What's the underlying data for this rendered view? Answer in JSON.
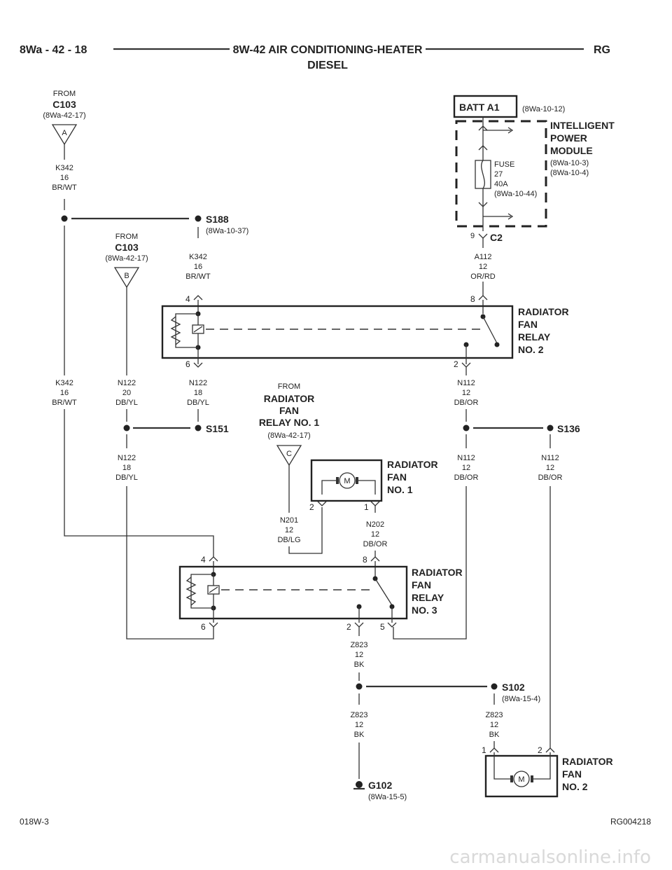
{
  "header": {
    "left": "8Wa - 42 - 18",
    "title_line1": "8W-42 AIR CONDITIONING-HEATER",
    "title_line2": "DIESEL",
    "right": "RG"
  },
  "footer": {
    "left": "018W-3",
    "right": "RG004218",
    "watermark": "carmanualsonline.info"
  },
  "from_a": {
    "from": "FROM",
    "name": "C103",
    "ref": "(8Wa-42-17)",
    "pin": "A"
  },
  "from_b": {
    "from": "FROM",
    "name": "C103",
    "ref": "(8Wa-42-17)",
    "pin": "B"
  },
  "from_c": {
    "from": "FROM",
    "line1": "RADIATOR",
    "line2": "FAN",
    "line3": "RELAY NO. 1",
    "ref": "(8Wa-42-17)",
    "pin": "C"
  },
  "ipm": {
    "batt": "BATT A1",
    "batt_ref": "(8Wa-10-12)",
    "line1": "INTELLIGENT",
    "line2": "POWER",
    "line3": "MODULE",
    "ref1": "(8Wa-10-3)",
    "ref2": "(8Wa-10-4)",
    "fuse": "FUSE",
    "fuse_no": "27",
    "fuse_amp": "40A",
    "fuse_ref": "(8Wa-10-44)",
    "conn_pin": "9",
    "conn": "C2"
  },
  "splices": {
    "s188": "S188",
    "s188_ref": "(8Wa-10-37)",
    "s151": "S151",
    "s136": "S136",
    "s102": "S102",
    "s102_ref": "(8Wa-15-4)"
  },
  "ground": {
    "name": "G102",
    "ref": "(8Wa-15-5)"
  },
  "wires": {
    "k342_top": [
      "K342",
      "16",
      "BR/WT"
    ],
    "k342_mid": [
      "K342",
      "16",
      "BR/WT"
    ],
    "k342_left": [
      "K342",
      "16",
      "BR/WT"
    ],
    "a112": [
      "A112",
      "12",
      "OR/RD"
    ],
    "n122_b": [
      "N122",
      "20",
      "DB/YL"
    ],
    "n122_6": [
      "N122",
      "18",
      "DB/YL"
    ],
    "n122_low": [
      "N122",
      "18",
      "DB/YL"
    ],
    "n112_top": [
      "N112",
      "12",
      "DB/OR"
    ],
    "n112_left": [
      "N112",
      "12",
      "DB/OR"
    ],
    "n112_right": [
      "N112",
      "12",
      "DB/OR"
    ],
    "n201": [
      "N201",
      "12",
      "DB/LG"
    ],
    "n202": [
      "N202",
      "12",
      "DB/OR"
    ],
    "z823_top": [
      "Z823",
      "12",
      "BK"
    ],
    "z823_low": [
      "Z823",
      "12",
      "BK"
    ],
    "z823_right": [
      "Z823",
      "12",
      "BK"
    ]
  },
  "relay2": {
    "line1": "RADIATOR",
    "line2": "FAN",
    "line3": "RELAY",
    "line4": "NO. 2",
    "p4": "4",
    "p8": "8",
    "p6": "6",
    "p2": "2"
  },
  "relay3": {
    "line1": "RADIATOR",
    "line2": "FAN",
    "line3": "RELAY",
    "line4": "NO. 3",
    "p4": "4",
    "p8": "8",
    "p6": "6",
    "p2": "2",
    "p5": "5"
  },
  "fan1": {
    "line1": "RADIATOR",
    "line2": "FAN",
    "line3": "NO. 1",
    "motor": "M",
    "p2": "2",
    "p1": "1"
  },
  "fan2": {
    "line1": "RADIATOR",
    "line2": "FAN",
    "line3": "NO. 2",
    "motor": "M",
    "p1": "1",
    "p2": "2"
  }
}
